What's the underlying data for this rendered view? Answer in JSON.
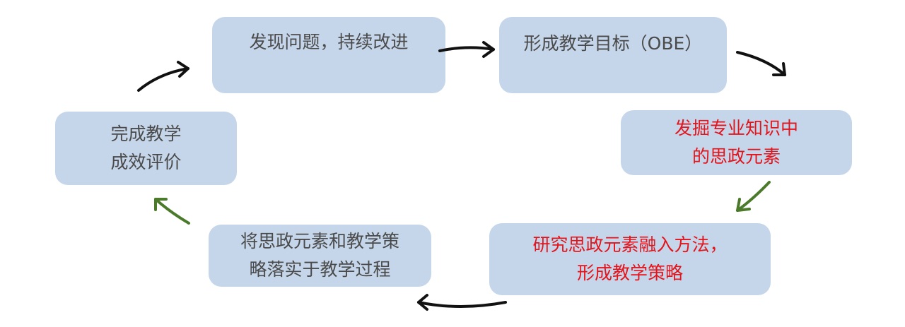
{
  "nodes": [
    {
      "id": "n1",
      "lines": [
        "发现问题，持续改进"
      ],
      "color": "#4a4a4a"
    },
    {
      "id": "n2",
      "lines": [
        "形成教学目标（OBE）"
      ],
      "color": "#4a4a4a"
    },
    {
      "id": "n3",
      "lines": [
        "发掘专业知识中",
        "的思政元素"
      ],
      "color": "#e3141b"
    },
    {
      "id": "n4",
      "lines": [
        "研究思政元素融入方法，",
        "形成教学策略"
      ],
      "color": "#e3141b"
    },
    {
      "id": "n5",
      "lines": [
        "将思政元素和教学策",
        "略落实于教学过程"
      ],
      "color": "#4a4a4a"
    },
    {
      "id": "n6",
      "lines": [
        "完成教学",
        "成效评价"
      ],
      "color": "#4a4a4a"
    }
  ],
  "edges": [
    {
      "from": "n1",
      "to": "n2",
      "color": "#111111"
    },
    {
      "from": "n2",
      "to": "n3",
      "color": "#111111"
    },
    {
      "from": "n3",
      "to": "n4",
      "color": "#4a7a2a"
    },
    {
      "from": "n4",
      "to": "n5",
      "color": "#111111"
    },
    {
      "from": "n5",
      "to": "n6",
      "color": "#4a7a2a"
    },
    {
      "from": "n6",
      "to": "n1",
      "color": "#111111"
    }
  ],
  "box_color": "#c5d6ea"
}
